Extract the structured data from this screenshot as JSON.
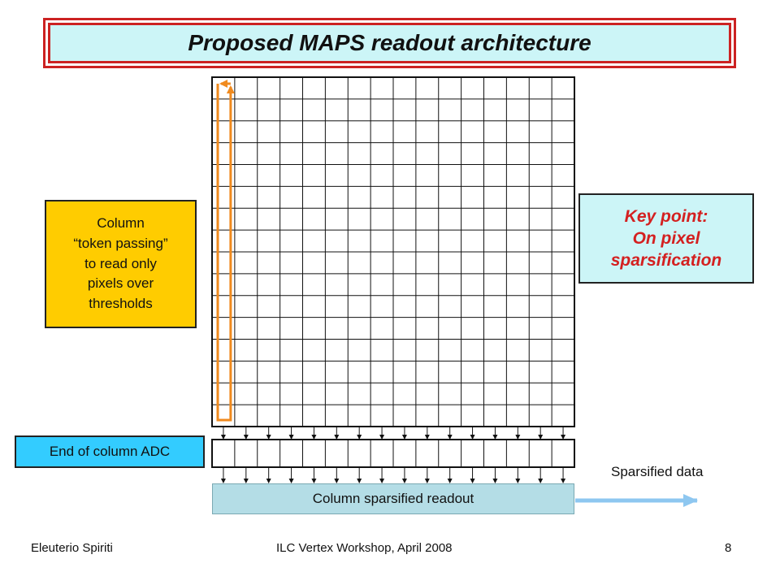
{
  "title": "Proposed MAPS readout architecture",
  "token_box": {
    "lines": [
      "Column",
      "“token passing”",
      "to read only",
      "pixels over",
      "thresholds"
    ]
  },
  "key_box": {
    "lines": [
      "Key point:",
      "On pixel",
      "sparsification"
    ]
  },
  "eoc_label": "End of column ADC",
  "readout_label": "Column sparsified readout",
  "sparse_label": "Sparsified data",
  "footer": {
    "author": "Eleuterio Spiriti",
    "event": "ILC Vertex Workshop, April 2008",
    "page": "8"
  },
  "colors": {
    "title_border": "#cc2222",
    "title_fill": "#ccf5f7",
    "token_fill": "#ffcc00",
    "key_text": "#d42020",
    "eoc_fill": "#33ccff",
    "readout_fill": "#b4dde6",
    "token_arrow": "#f08a1e",
    "output_arrow": "#8ec7f0"
  },
  "pixel_matrix": {
    "columns": 16,
    "rows": 16
  },
  "adc_row": {
    "columns": 16
  }
}
